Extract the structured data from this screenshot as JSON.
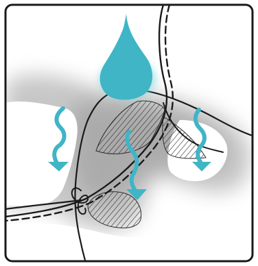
{
  "illustration": {
    "subject": "water-drop-infiltration-sketch",
    "colors": {
      "frame": "#1a1a1a",
      "water": "#3fb5c6",
      "water_glow": "#7fd3df",
      "shadow": "#9a9a9a",
      "hatch": "#2a2a2a",
      "background": "#ffffff"
    },
    "arrows": [
      {
        "name": "flow-arrow-left",
        "direction": "down"
      },
      {
        "name": "flow-arrow-center",
        "direction": "down"
      },
      {
        "name": "flow-arrow-right",
        "direction": "down"
      }
    ],
    "hatched_zones": [
      {
        "name": "hatched-zone-upper-left"
      },
      {
        "name": "hatched-zone-upper-right"
      },
      {
        "name": "hatched-zone-lower-left"
      }
    ]
  }
}
